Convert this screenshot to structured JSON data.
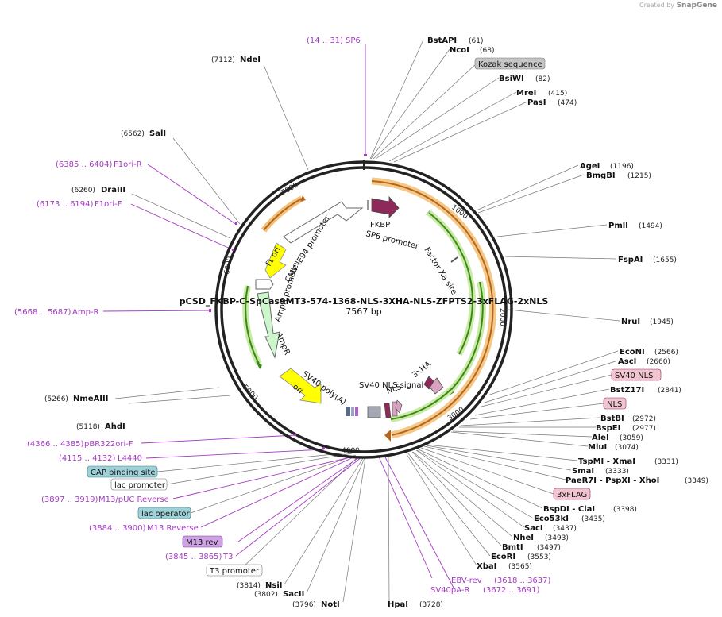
{
  "credit": {
    "prefix": "Created by",
    "brand": "SnapGene"
  },
  "plasmid": {
    "name": "pCSD_FKBP-C-SpCas9MT3-574-1368-NLS-3XHA-NLS-ZFPTS2-3xFLAG-2xNLS",
    "size": "7567 bp"
  },
  "ticks": [
    "1000",
    "2000",
    "3000",
    "4000",
    "5000",
    "6000",
    "7000"
  ],
  "features": {
    "fkbp": "FKBP",
    "sp6_promoter": "SP6 promoter",
    "factor_xa": "Factor Xa site",
    "cmv_promoter": "CMV IE94 promoter",
    "ampr_promoter": "AmpR promoter",
    "ampr": "AmpR",
    "f1_ori": "f1 ori",
    "ori": "ori",
    "sv40_polya": "SV40 poly(A)",
    "sv40_nls_signal": "SV40 NLS signal",
    "nls": "NLS",
    "hax3": "3xHA"
  },
  "right_labels": [
    {
      "name": "BstAPI",
      "pos": "(61)"
    },
    {
      "name": "NcoI",
      "pos": "(68)"
    },
    {
      "badge": "Kozak sequence"
    },
    {
      "name": "BsiWI",
      "pos": "(82)"
    },
    {
      "name": "MreI",
      "pos": "(415)"
    },
    {
      "name": "PasI",
      "pos": "(474)"
    },
    {
      "name": "AgeI",
      "pos": "(1196)"
    },
    {
      "name": "BmgBI",
      "pos": "(1215)"
    },
    {
      "name": "PmlI",
      "pos": "(1494)"
    },
    {
      "name": "FspAI",
      "pos": "(1655)"
    },
    {
      "name": "NruI",
      "pos": "(1945)"
    },
    {
      "name": "EcoNI",
      "pos": "(2566)"
    },
    {
      "name": "AscI",
      "pos": "(2660)"
    },
    {
      "badge": "SV40 NLS"
    },
    {
      "name": "BstZ17I",
      "pos": "(2841)"
    },
    {
      "badge": "NLS"
    },
    {
      "name": "BstBI",
      "pos": "(2972)"
    },
    {
      "name": "BspEI",
      "pos": "(2977)"
    },
    {
      "name": "AleI",
      "pos": "(3059)"
    },
    {
      "name": "MluI",
      "pos": "(3074)"
    },
    {
      "name": "TspMI - XmaI",
      "pos": "(3331)"
    },
    {
      "name": "SmaI",
      "pos": "(3333)"
    },
    {
      "name": "PaeR7I - PspXI - XhoI",
      "pos": "(3349)"
    },
    {
      "badge": "3xFLAG"
    },
    {
      "name": "BspDI - ClaI",
      "pos": "(3398)"
    },
    {
      "name": "Eco53kI",
      "pos": "(3435)"
    },
    {
      "name": "SacI",
      "pos": "(3437)"
    },
    {
      "name": "NheI",
      "pos": "(3493)"
    },
    {
      "name": "BmtI",
      "pos": "(3497)"
    },
    {
      "name": "EcoRI",
      "pos": "(3553)"
    },
    {
      "name": "XbaI",
      "pos": "(3565)"
    }
  ],
  "bottom_labels": [
    {
      "primer": "EBV-rev",
      "range": "(3618 .. 3637)"
    },
    {
      "primer": "SV40pA-R",
      "range": "(3672 .. 3691)"
    },
    {
      "name": "HpaI",
      "pos": "(3728)"
    },
    {
      "name": "NotI",
      "pos": "(3796)"
    },
    {
      "name": "SacII",
      "pos": "(3802)"
    },
    {
      "name": "NsiI",
      "pos": "(3814)"
    }
  ],
  "left_labels": [
    {
      "primer": "SP6",
      "range": "(14 .. 31)"
    },
    {
      "name": "NdeI",
      "pos": "(7112)"
    },
    {
      "name": "SalI",
      "pos": "(6562)"
    },
    {
      "primer": "F1ori-R",
      "range": "(6385 .. 6404)"
    },
    {
      "name": "DraIII",
      "pos": "(6260)"
    },
    {
      "primer": "F1ori-F",
      "range": "(6173 .. 6194)"
    },
    {
      "primer": "Amp-R",
      "range": "(5668 .. 5687)"
    },
    {
      "name": "NmeAIII",
      "pos": "(5266)"
    },
    {
      "name": "AhdI",
      "pos": "(5118)"
    },
    {
      "primer": "pBR322ori-F",
      "range": "(4366 .. 4385)"
    },
    {
      "primer": "L4440",
      "range": "(4115 .. 4132)"
    },
    {
      "badge": "CAP binding site"
    },
    {
      "badge": "lac promoter"
    },
    {
      "primer": "M13/pUC Reverse",
      "range": "(3897 .. 3919)"
    },
    {
      "badge": "lac operator"
    },
    {
      "primer": "M13 Reverse",
      "range": "(3884 .. 3900)"
    },
    {
      "badge": "M13 rev"
    },
    {
      "primer": "T3",
      "range": "(3845 .. 3865)"
    },
    {
      "badge": "T3 promoter"
    }
  ],
  "colors": {
    "primer": "#a53ac4",
    "backbone": "#222222",
    "orange_band": "#f3c27a",
    "green_arrow": "#3a8a12",
    "yellow": "#ffff00",
    "fkbp": "#8e2a5a",
    "badge_gray": "#c6c6c6",
    "badge_pink": "#f2c4cf",
    "badge_purple": "#cfa2e6",
    "badge_teal": "#9fd2d8"
  }
}
